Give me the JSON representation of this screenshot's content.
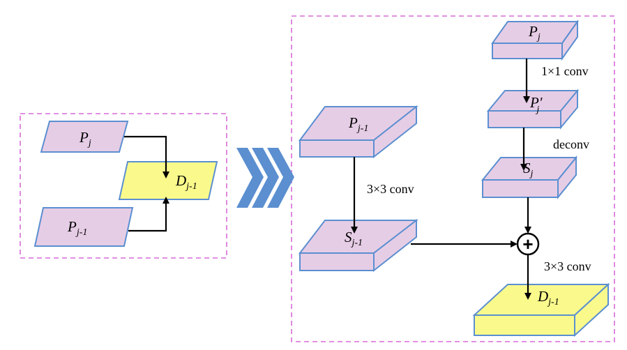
{
  "left_panel": {
    "p_j": {
      "base": "P",
      "sub": "j"
    },
    "p_j_minus_1": {
      "base": "P",
      "sub": "j-1"
    },
    "d_j_minus_1": {
      "base": "D",
      "sub": "j-1"
    }
  },
  "right_panel": {
    "top_p_j": {
      "base": "P",
      "sub": "j"
    },
    "p_j_prime": {
      "base": "P′",
      "sub": "j"
    },
    "s_j": {
      "base": "S",
      "sub": "j"
    },
    "p_j_minus_1": {
      "base": "P",
      "sub": "j-1"
    },
    "s_j_minus_1": {
      "base": "S",
      "sub": "j-1"
    },
    "out_d_j_minus_1": {
      "base": "D",
      "sub": "j-1"
    },
    "op_1x1": "1×1 conv",
    "op_deconv": "deconv",
    "op_3x3_left": "3×3 conv",
    "op_3x3_right": "3×3 conv",
    "sum_symbol": "+"
  },
  "colors": {
    "pink_fill": "#e6cde6",
    "yellow_fill": "#fafa8c",
    "edge_blue": "#5b8fd0",
    "dashed_border": "#d66ad6",
    "chevron_blue": "#5b8fd0"
  }
}
